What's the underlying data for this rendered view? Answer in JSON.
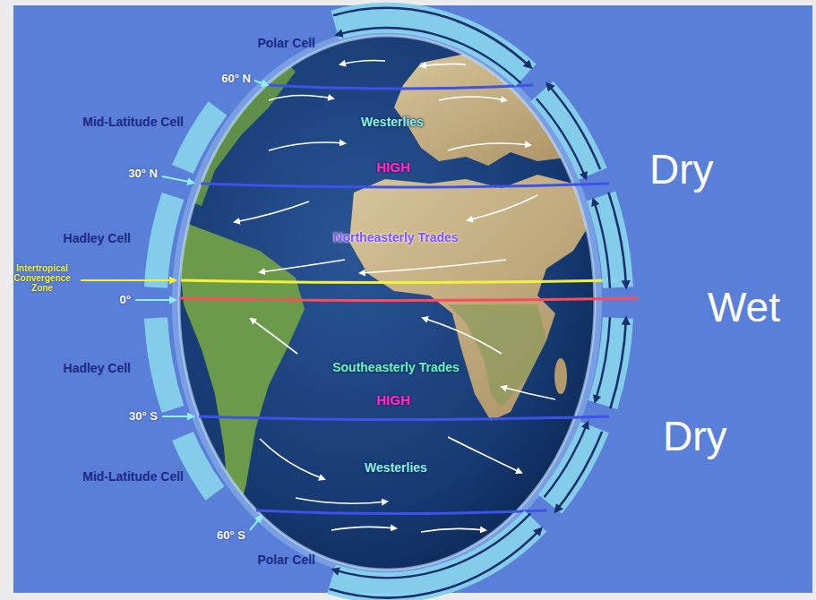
{
  "diagram": {
    "labels": [
      "Polar Cell",
      "60° N",
      "Mid-Latitude Cell",
      "Westerlies",
      "30° N",
      "HIGH",
      "Dry",
      "Hadley Cell",
      "Northeasterly Trades",
      "Intertropical Convergence Zone",
      "0°",
      "Wet",
      "Hadley Cell",
      "Southeasterly Trades",
      "30° S",
      "HIGH",
      "Dry",
      "Mid-Latitude Cell",
      "Westerlies",
      "60° S",
      "Polar Cell"
    ]
  }
}
